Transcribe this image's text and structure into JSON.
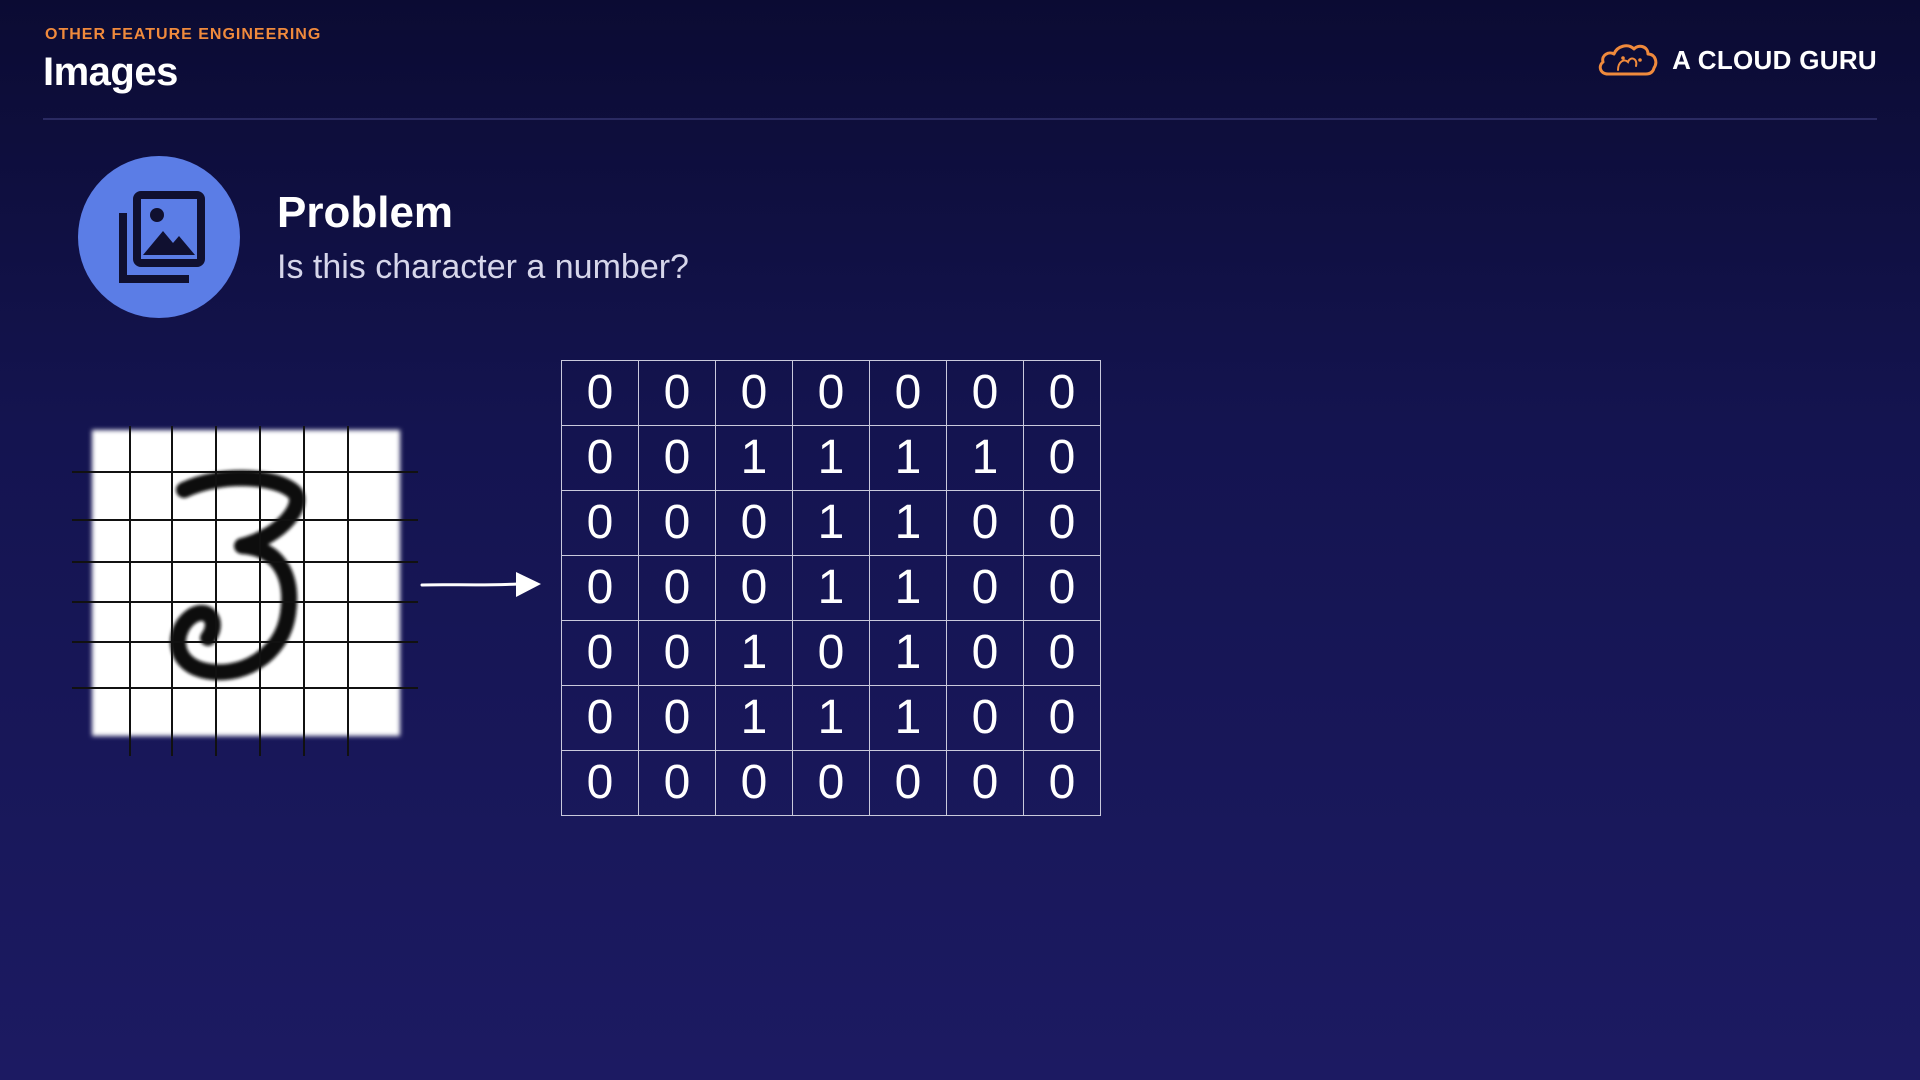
{
  "header": {
    "eyebrow": "OTHER FEATURE ENGINEERING",
    "title": "Images"
  },
  "brand": {
    "name": "A CLOUD GURU",
    "icon": "cloud-logo-icon",
    "accent_color": "#f08a3c"
  },
  "problem": {
    "icon": "image-gallery-icon",
    "icon_bg_color": "#5b7de6",
    "heading": "Problem",
    "question": "Is this character a number?"
  },
  "illustration": {
    "icon": "handwritten-digit-image",
    "arrow_icon": "arrow-right-icon"
  },
  "pixel_matrix": [
    [
      "0",
      "0",
      "0",
      "0",
      "0",
      "0",
      "0"
    ],
    [
      "0",
      "0",
      "1",
      "1",
      "1",
      "1",
      "0"
    ],
    [
      "0",
      "0",
      "0",
      "1",
      "1",
      "0",
      "0"
    ],
    [
      "0",
      "0",
      "0",
      "1",
      "1",
      "0",
      "0"
    ],
    [
      "0",
      "0",
      "1",
      "0",
      "1",
      "0",
      "0"
    ],
    [
      "0",
      "0",
      "1",
      "1",
      "1",
      "0",
      "0"
    ],
    [
      "0",
      "0",
      "0",
      "0",
      "0",
      "0",
      "0"
    ]
  ]
}
